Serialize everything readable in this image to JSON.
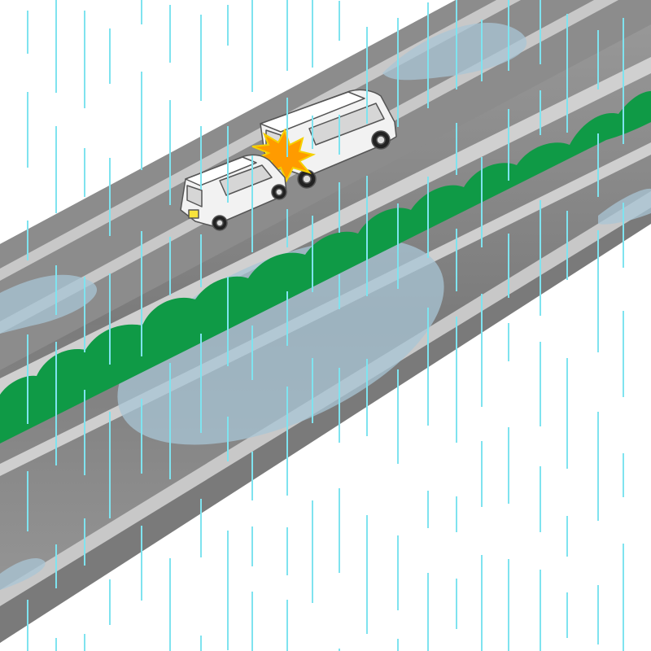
{
  "scene": {
    "subject": "rain-highway-rear-end-collision",
    "colors": {
      "background": "#ffffff",
      "road": "#8f8f8f",
      "road_dark": "#7a7a7a",
      "lane_line": "#c9c9c9",
      "median_hedge": "#0f9a46",
      "puddle": "#a9c6d6",
      "rain": "#7fe3ef",
      "car_body": "#f2f2f2",
      "impact": "#ff9b00"
    },
    "elements": [
      "highway",
      "median-hedge",
      "puddles",
      "rain-streaks",
      "white-minivan",
      "white-kei-car",
      "collision-burst"
    ]
  }
}
